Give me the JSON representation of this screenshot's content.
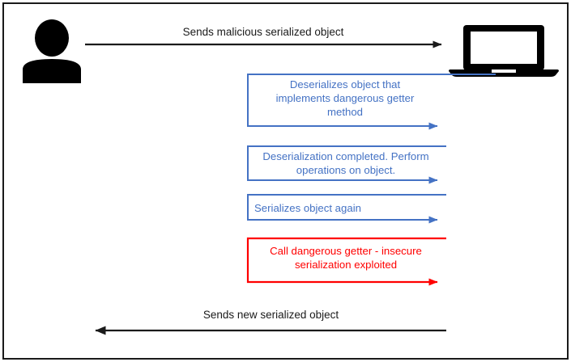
{
  "diagram": {
    "title": "Insecure deserialization attack sequence diagram",
    "background_color": "#ffffff",
    "border_color": "#1a1a1a",
    "colors": {
      "black": "#1a1a1a",
      "blue": "#4472c4",
      "red": "#ff0000"
    },
    "actors": [
      {
        "id": "attacker",
        "icon": "person-icon",
        "label": ""
      },
      {
        "id": "server",
        "icon": "laptop-icon",
        "label": ""
      }
    ],
    "messages": [
      {
        "id": "msg-1",
        "text": "Sends malicious serialized object",
        "direction": "right",
        "color": "#1a1a1a",
        "kind": "straight"
      },
      {
        "id": "msg-2",
        "text": "Deserializes object that implements dangerous getter method",
        "lines": [
          "Deserializes object that",
          "implements dangerous getter",
          "method"
        ],
        "direction": "self",
        "color": "#4472c4",
        "kind": "self-loop",
        "align": "center"
      },
      {
        "id": "msg-3",
        "text": "Deserialization completed. Perform operations on object.",
        "lines": [
          "Deserialization completed. Perform",
          "operations on object."
        ],
        "direction": "self",
        "color": "#4472c4",
        "kind": "self-loop",
        "align": "center"
      },
      {
        "id": "msg-4",
        "text": "Serializes object again",
        "lines": [
          "Serializes object again"
        ],
        "direction": "self",
        "color": "#4472c4",
        "kind": "self-loop",
        "align": "left"
      },
      {
        "id": "msg-5",
        "text": "Call dangerous getter - insecure serialization exploited",
        "lines": [
          "Call dangerous getter - insecure",
          "serialization exploited"
        ],
        "direction": "self",
        "color": "#ff0000",
        "kind": "self-loop",
        "align": "center"
      },
      {
        "id": "msg-6",
        "text": "Sends new serialized object",
        "direction": "left",
        "color": "#1a1a1a",
        "kind": "straight"
      }
    ]
  }
}
